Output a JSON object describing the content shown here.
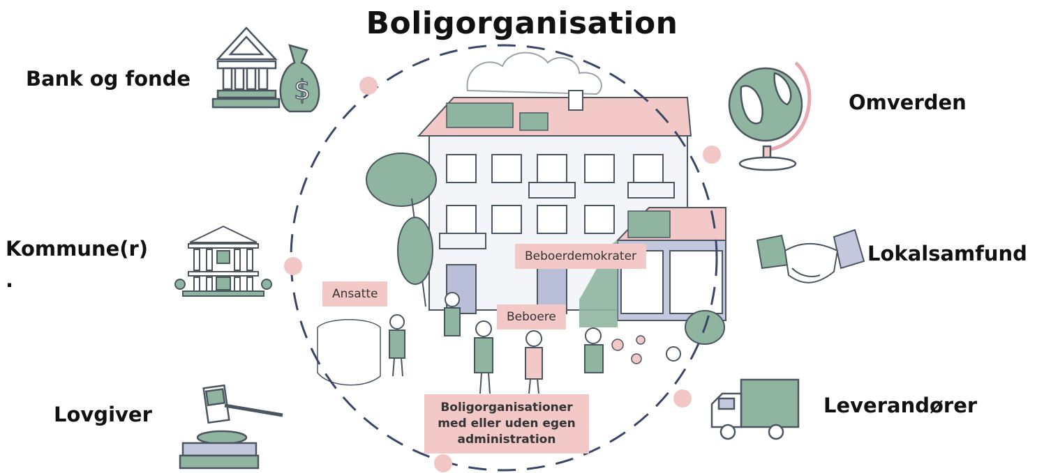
{
  "title": "Boligorganisation",
  "stakeholders": {
    "bank": "Bank og fonde",
    "kommune": "Kommune(r)",
    "kommune_dot": ".",
    "lovgiver": "Lovgiver",
    "omverden": "Omverden",
    "lokalsamfund": "Lokalsamfund",
    "leverandoerer": "Leverandører"
  },
  "center_tags": {
    "beboerdemokrater": "Beboerdemokrater",
    "ansatte": "Ansatte",
    "beboere": "Beboere",
    "organisation_line1": "Boligorganisationer",
    "organisation_line2": "med eller uden egen",
    "organisation_line3": "administration"
  },
  "colors": {
    "pink": "#f2c9c7",
    "green": "#8fb5a0",
    "dashed_circle": "#3a4466",
    "dot": "#f3c6c6"
  },
  "icons": [
    "bank-icon",
    "money-bag-icon",
    "town-hall-icon",
    "gavel-icon",
    "globe-icon",
    "handshake-icon",
    "truck-icon"
  ]
}
